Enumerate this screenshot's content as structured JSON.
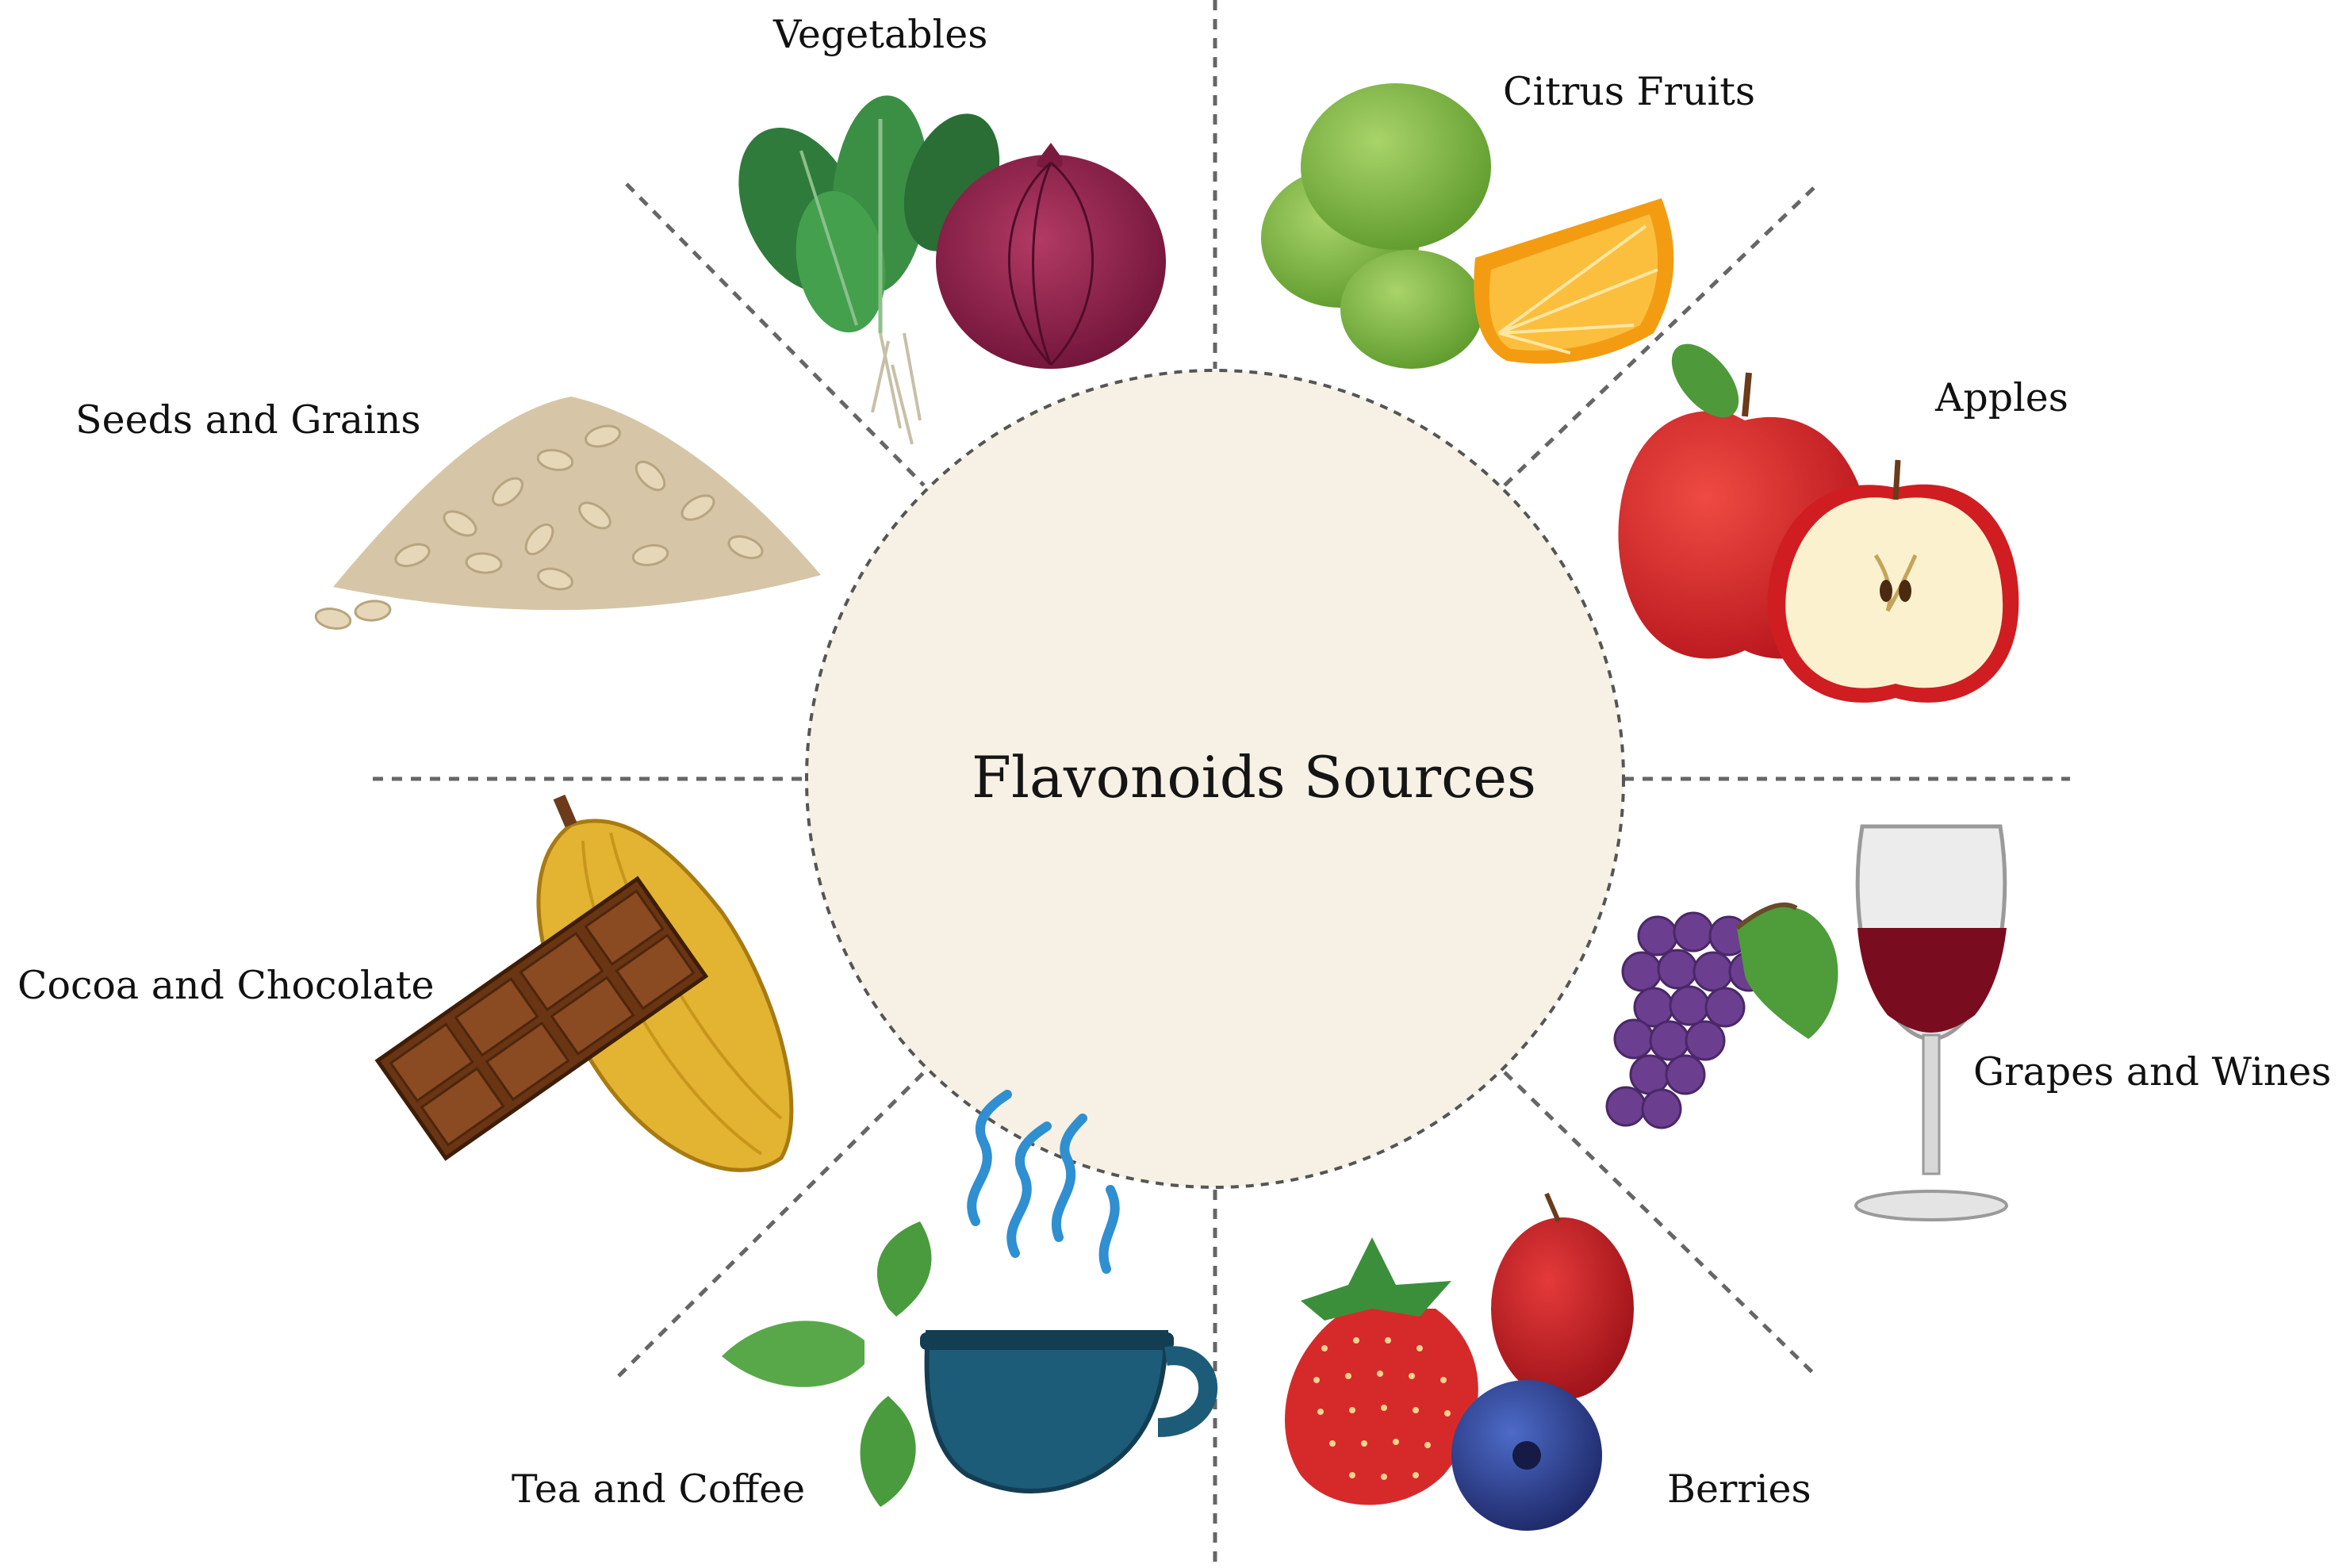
{
  "center": {
    "title": "Flavonoids Sources",
    "fill": "#f6f1e4"
  },
  "sources": [
    {
      "id": "vegetables",
      "label": "Vegetables",
      "icon": "spinach-onion-icon"
    },
    {
      "id": "citrus",
      "label": "Citrus Fruits",
      "icon": "lime-orange-icon"
    },
    {
      "id": "apples",
      "label": "Apples",
      "icon": "apple-icon"
    },
    {
      "id": "grapes",
      "label": "Grapes and Wines",
      "icon": "grapes-wine-icon"
    },
    {
      "id": "berries",
      "label": "Berries",
      "icon": "berries-icon"
    },
    {
      "id": "tea",
      "label": "Tea and Coffee",
      "icon": "tea-cup-icon"
    },
    {
      "id": "cocoa",
      "label": "Cocoa and Chocolate",
      "icon": "cocoa-chocolate-icon"
    },
    {
      "id": "seeds",
      "label": "Seeds and Grains",
      "icon": "oats-pile-icon"
    }
  ]
}
